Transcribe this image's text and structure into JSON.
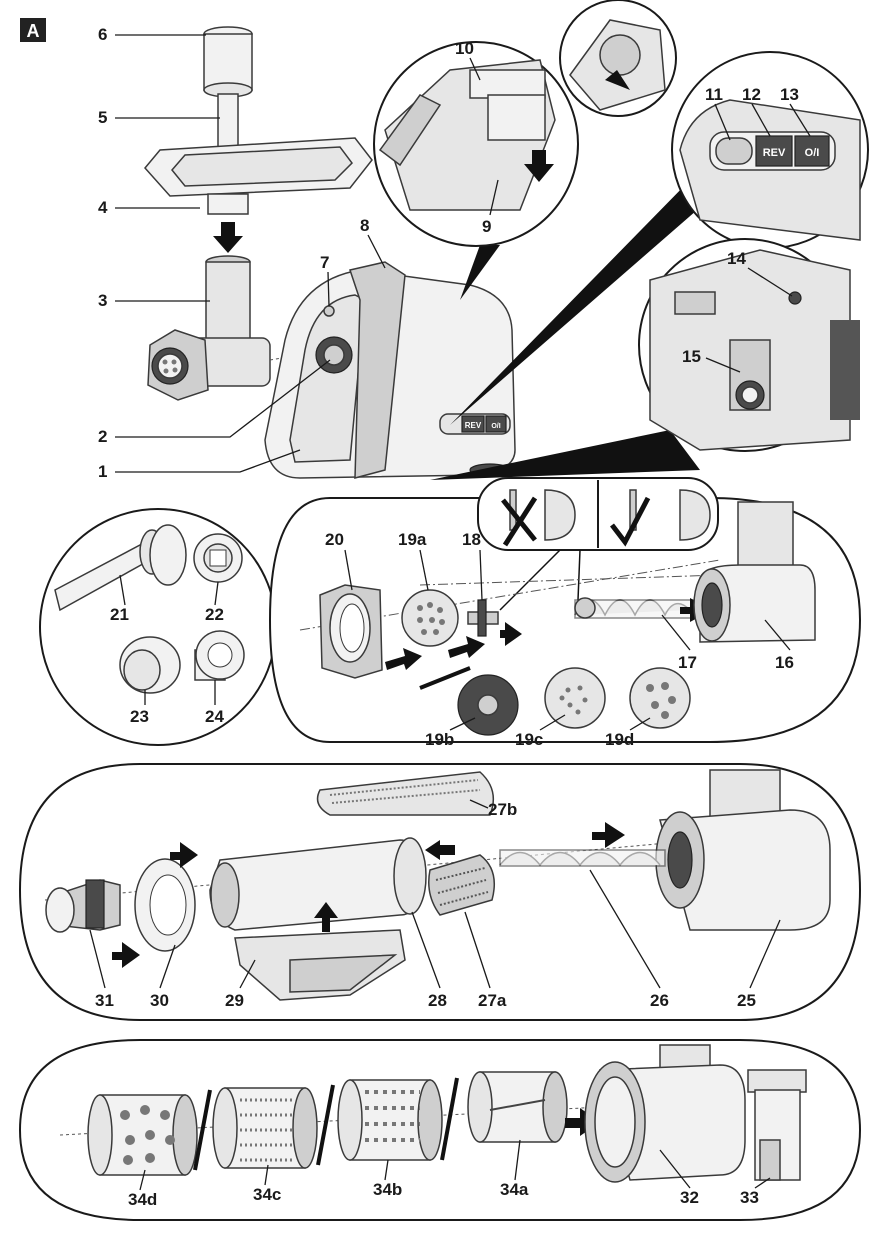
{
  "figure_letter": "A",
  "callouts": {
    "c1": "1",
    "c2": "2",
    "c3": "3",
    "c4": "4",
    "c5": "5",
    "c6": "6",
    "c7": "7",
    "c8": "8",
    "c9": "9",
    "c10": "10",
    "c11": "11",
    "c12": "12",
    "c13": "13",
    "c14": "14",
    "c15": "15",
    "c16": "16",
    "c17": "17",
    "c18": "18",
    "c19a": "19a",
    "c19b": "19b",
    "c19c": "19c",
    "c19d": "19d",
    "c20": "20",
    "c21": "21",
    "c22": "22",
    "c23": "23",
    "c24": "24",
    "c25": "25",
    "c26": "26",
    "c27a": "27a",
    "c27b": "27b",
    "c28": "28",
    "c29": "29",
    "c30": "30",
    "c31": "31",
    "c32": "32",
    "c33": "33",
    "c34a": "34a",
    "c34b": "34b",
    "c34c": "34c",
    "c34d": "34d"
  },
  "buttons": {
    "rev": "REV",
    "onoff": "O/I"
  }
}
